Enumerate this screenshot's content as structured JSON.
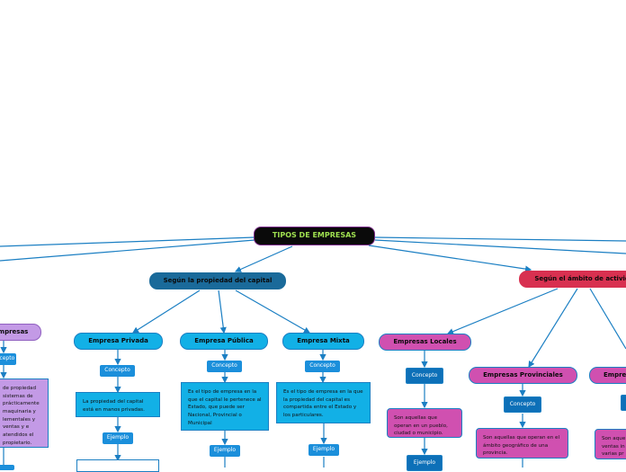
{
  "root": "TIPOS DE EMPRESAS",
  "branch_capital": "Según la propiedad del capital",
  "branch_ambito": "Según el ámbito de actividad",
  "left_partial": "Empresas",
  "left_concepto": "Concepto",
  "left_text": "de propiedad sistemas de prácticamente maquinaria y lementales y ventas y e atendidos el propietario.",
  "privada": {
    "title": "Empresa Privada",
    "concepto": "Concepto",
    "text": "La propiedad del capital está en manos privadas.",
    "ejemplo": "Ejemplo"
  },
  "publica": {
    "title": "Empresa Pública",
    "concepto": "Concepto",
    "text": "Es el tipo de empresa en la que el capital le pertenece al Estado, que puede ser Nacional, Provincial o Municipal",
    "ejemplo": "Ejemplo"
  },
  "mixta": {
    "title": "Empresa Mixta",
    "concepto": "Concepto",
    "text": "Es el tipo de empresa en la que la propiedad del capital es compartida entre el Estado y los particulares.",
    "ejemplo": "Ejemplo"
  },
  "locales": {
    "title": "Empresas Locales",
    "concepto": "Concepto",
    "text": "Son aquellas que operan en un pueblo, ciudad o municipio.",
    "ejemplo": "Ejemplo"
  },
  "provinciales": {
    "title": "Empresas Provinciales",
    "concepto": "Concepto",
    "text": "Son aquellas que operan en el ámbito geográfico de una provincia."
  },
  "right_partial_title": "Empre",
  "right_partial_text": "Son aque ventas in varias pr"
}
